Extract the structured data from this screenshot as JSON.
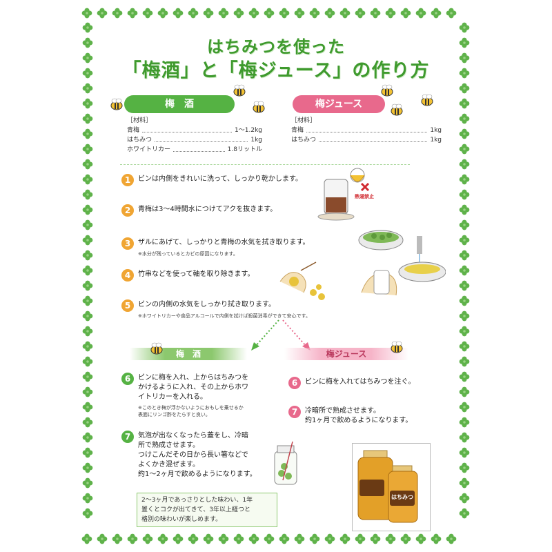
{
  "title": {
    "line1": "はちみつを使った",
    "line2": "「梅酒」と「梅ジュース」の作り方"
  },
  "umeshu": {
    "pill_label": "梅　酒",
    "materials_heading": "［材料］",
    "materials": [
      {
        "name": "青梅",
        "amount": "1～1.2kg"
      },
      {
        "name": "はちみつ",
        "amount": "1kg"
      },
      {
        "name": "ホワイトリカー",
        "amount": "1.8リットル"
      }
    ]
  },
  "umejuice": {
    "pill_label": "梅ジュース",
    "materials_heading": "［材料］",
    "materials": [
      {
        "name": "青梅",
        "amount": "1kg"
      },
      {
        "name": "はちみつ",
        "amount": "1kg"
      }
    ]
  },
  "common_steps": [
    {
      "num": "1",
      "text": "ビンは内側をきれいに洗って、しっかり乾かします。",
      "note": ""
    },
    {
      "num": "2",
      "text": "青梅は3～4時間水につけてアクを抜きます。",
      "note": ""
    },
    {
      "num": "3",
      "text": "ザルにあげて、しっかりと青梅の水気を拭き取ります。",
      "note": "※水分が残っているとカビの原因になります。"
    },
    {
      "num": "4",
      "text": "竹串などを使って軸を取り除きます。",
      "note": ""
    },
    {
      "num": "5",
      "text": "ビンの内側の水気をしっかり拭き取ります。",
      "note": "※ホワイトリカーや食品アルコールで内側を拭けば殺菌消毒ができて安心です。"
    }
  ],
  "heat_warning": "熱湯禁止",
  "umeshu_branch": {
    "banner": "梅　酒",
    "step6": {
      "num": "6",
      "lines": [
        "ビンに梅を入れ、上からはちみつを",
        "かけるように入れ、その上からホワ",
        "イトリカーを入れる。"
      ],
      "notes": [
        "※このとき梅が浮かないようにおもしを乗せるか",
        "表面にリンゴ酢をたらすと良い。"
      ]
    },
    "step7": {
      "num": "7",
      "lines": [
        "気泡が出なくなったら蓋をし、冷暗",
        "所で熟成させます。",
        "つけこんだその日から長い箸などで",
        "よくかき混ぜます。",
        "約1～2ヶ月で飲めるようになります。"
      ]
    },
    "tip": [
      "2～3ヶ月であっさりとした味わい、1年",
      "置くとコクが出てきて、3年以上経つと",
      "格別の味わいが楽しめます。"
    ]
  },
  "juice_branch": {
    "banner": "梅ジュース",
    "step6": {
      "num": "6",
      "text": "ビンに梅を入れてはちみつを注ぐ。"
    },
    "step7": {
      "num": "7",
      "lines": [
        "冷暗所で熟成させます。",
        "約1ヶ月で飲めるようになります。"
      ]
    }
  },
  "jar_label": "はちみつ",
  "colors": {
    "green": "#55b243",
    "pink": "#e8698c",
    "orange": "#f0a533",
    "title": "#3f9a2e",
    "clover": "#5fb24a"
  }
}
